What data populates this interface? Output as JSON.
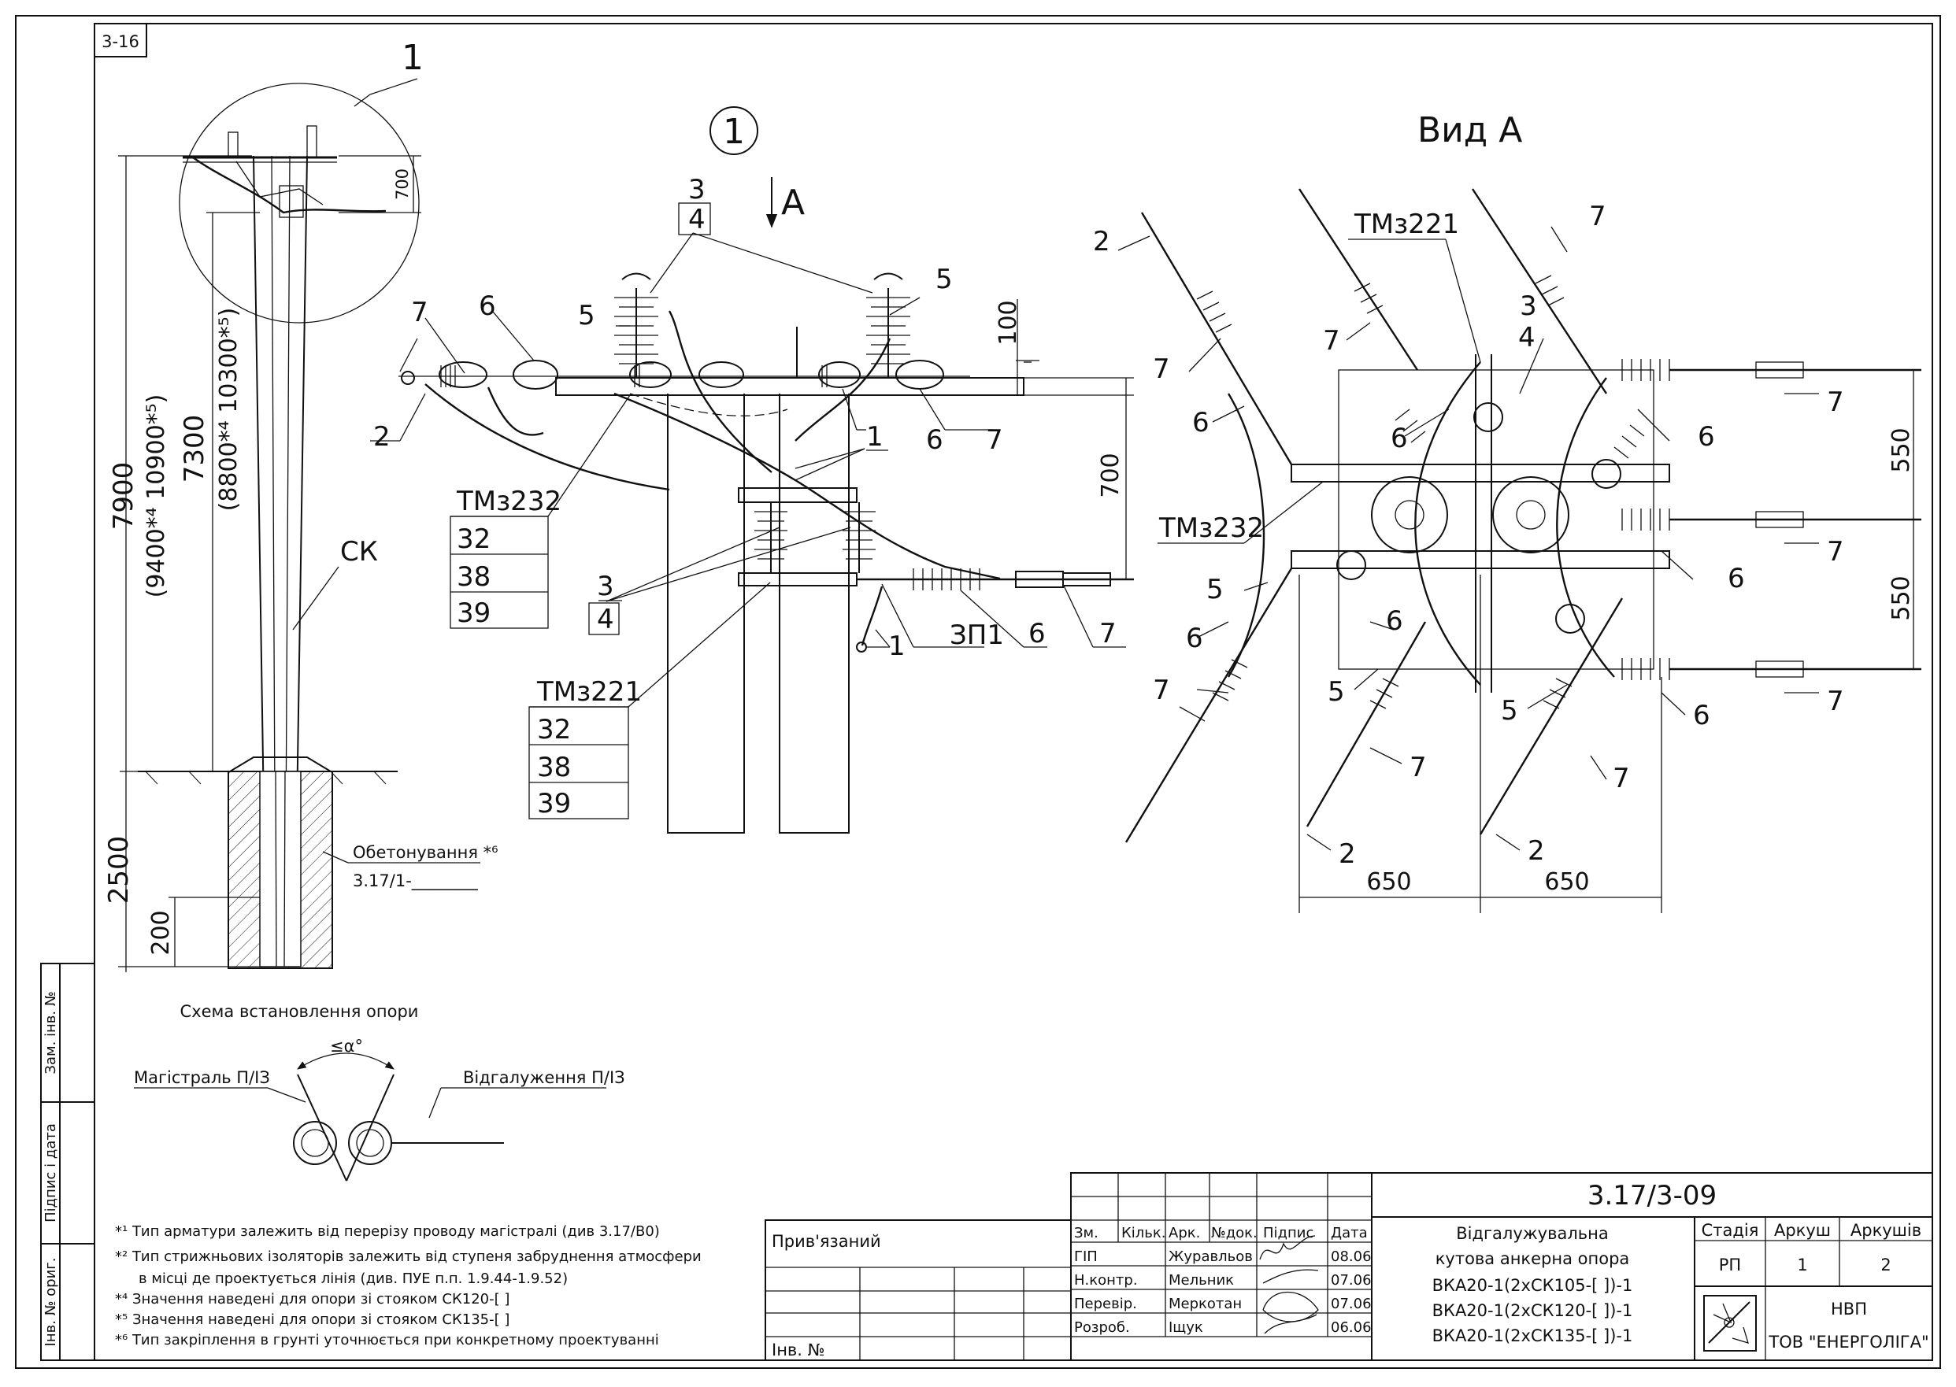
{
  "sheet": {
    "corner_code": "3-16",
    "doc_code": "3.17/3-09"
  },
  "detail_callout": "1",
  "view_a": {
    "title": "Вид А",
    "arrow_letter": "A"
  },
  "pole": {
    "label_ck": "СК",
    "dim_total": "7900",
    "dim_total_alt": "(9400*⁴  10900*⁵)",
    "dim_above": "7300",
    "dim_above_alt": "(8800*⁴  10300*⁵)",
    "dim_top": "700",
    "dim_ground": "2500",
    "dim_base": "200",
    "concreting_label": "Обетонування *⁶",
    "concreting_ref": "3.17/1-________",
    "caption": "Схема встановлення опори"
  },
  "angle_scheme": {
    "angle": "≤α°",
    "main_line": "Магістраль П/ІЗ",
    "branch_line": "Відгалуження П/ІЗ"
  },
  "detail": {
    "dim_100": "100",
    "dim_700": "700",
    "tm232": {
      "code": "ТМз232",
      "rows": [
        "32",
        "38",
        "39"
      ]
    },
    "tm221": {
      "code": "ТМз221",
      "rows": [
        "32",
        "38",
        "39"
      ]
    },
    "ground": "ЗП1",
    "refs": {
      "r1": "1",
      "r2": "2",
      "r3": "3",
      "r4": "4",
      "r5": "5",
      "r6": "6",
      "r7": "7"
    }
  },
  "plan": {
    "dim_550a": "550",
    "dim_550b": "550",
    "dim_650a": "650",
    "dim_650b": "650",
    "tm221": "ТМз221",
    "tm232": "ТМз232"
  },
  "notes": [
    "*¹ Тип арматури залежить від перерізу проводу магістралі (див 3.17/В0)",
    "*² Тип стрижньових ізоляторів залежить від ступеня забруднення атмосфери",
    "в місці де проектується лінія (див. ПУЕ п.п. 1.9.44-1.9.52)",
    "*⁴ Значення наведені для опори зі стояком СК120-[  ]",
    "*⁵ Значення наведені для опори зі стояком СК135-[  ]",
    "*⁶ Тип закріплення в грунті уточнюється при конкретному проектуванні"
  ],
  "side_stamp": [
    "Зам. інв. №",
    "Підпис і дата",
    "Інв. № ориг."
  ],
  "title_block": {
    "attached": "Прив'язаний",
    "inv_no": "Інв. №",
    "headers": [
      "Зм.",
      "Кільк.",
      "Арк.",
      "№док.",
      "Підпис",
      "Дата"
    ],
    "people": [
      {
        "role": "ГІП",
        "name": "Журавльов",
        "date": "08.06"
      },
      {
        "role": "Н.контр.",
        "name": "Мельник",
        "date": "07.06"
      },
      {
        "role": "Перевір.",
        "name": "Меркотан",
        "date": "07.06"
      },
      {
        "role": "Розроб.",
        "name": "Іщук",
        "date": "06.06"
      }
    ],
    "description": [
      "Відгалужувальна",
      "кутова анкерна опора",
      "ВКА20-1(2хСК105-[  ])-1",
      "ВКА20-1(2хСК120-[  ])-1",
      "ВКА20-1(2хСК135-[  ])-1"
    ],
    "stage_label": "Стадія",
    "sheet_label": "Аркуш",
    "sheets_label": "Аркушів",
    "stage": "РП",
    "sheet": "1",
    "sheets": "2",
    "org_line1": "НВП",
    "org_line2": "ТОВ \"ЕНЕРГОЛІГА\""
  },
  "colors": {
    "ink": "#111111",
    "paper": "#ffffff"
  }
}
